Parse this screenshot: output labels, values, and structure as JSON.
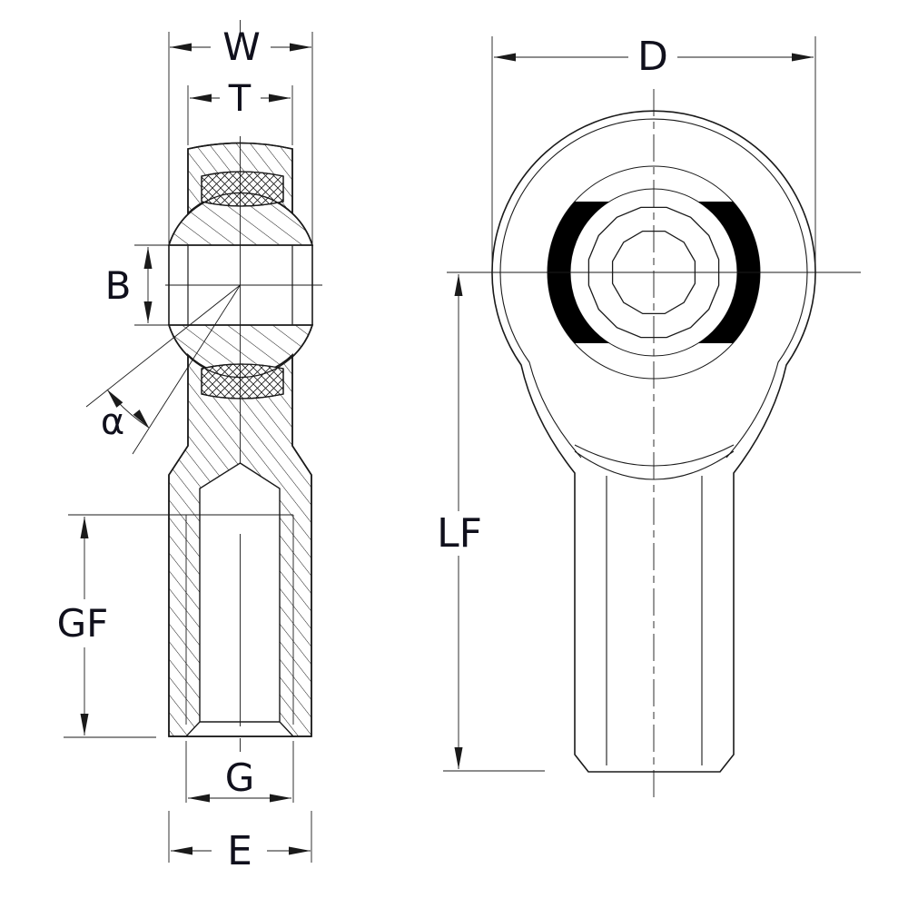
{
  "drawing": {
    "kind": "two-view engineering drawing",
    "colors": {
      "background": "#ffffff",
      "line": "#1a1a1a",
      "race_fill": "#000000"
    },
    "labels": {
      "w": "W",
      "t": "T",
      "b": "B",
      "alpha": "α",
      "gf": "GF",
      "g": "G",
      "e": "E",
      "d": "D",
      "lf": "LF"
    }
  }
}
